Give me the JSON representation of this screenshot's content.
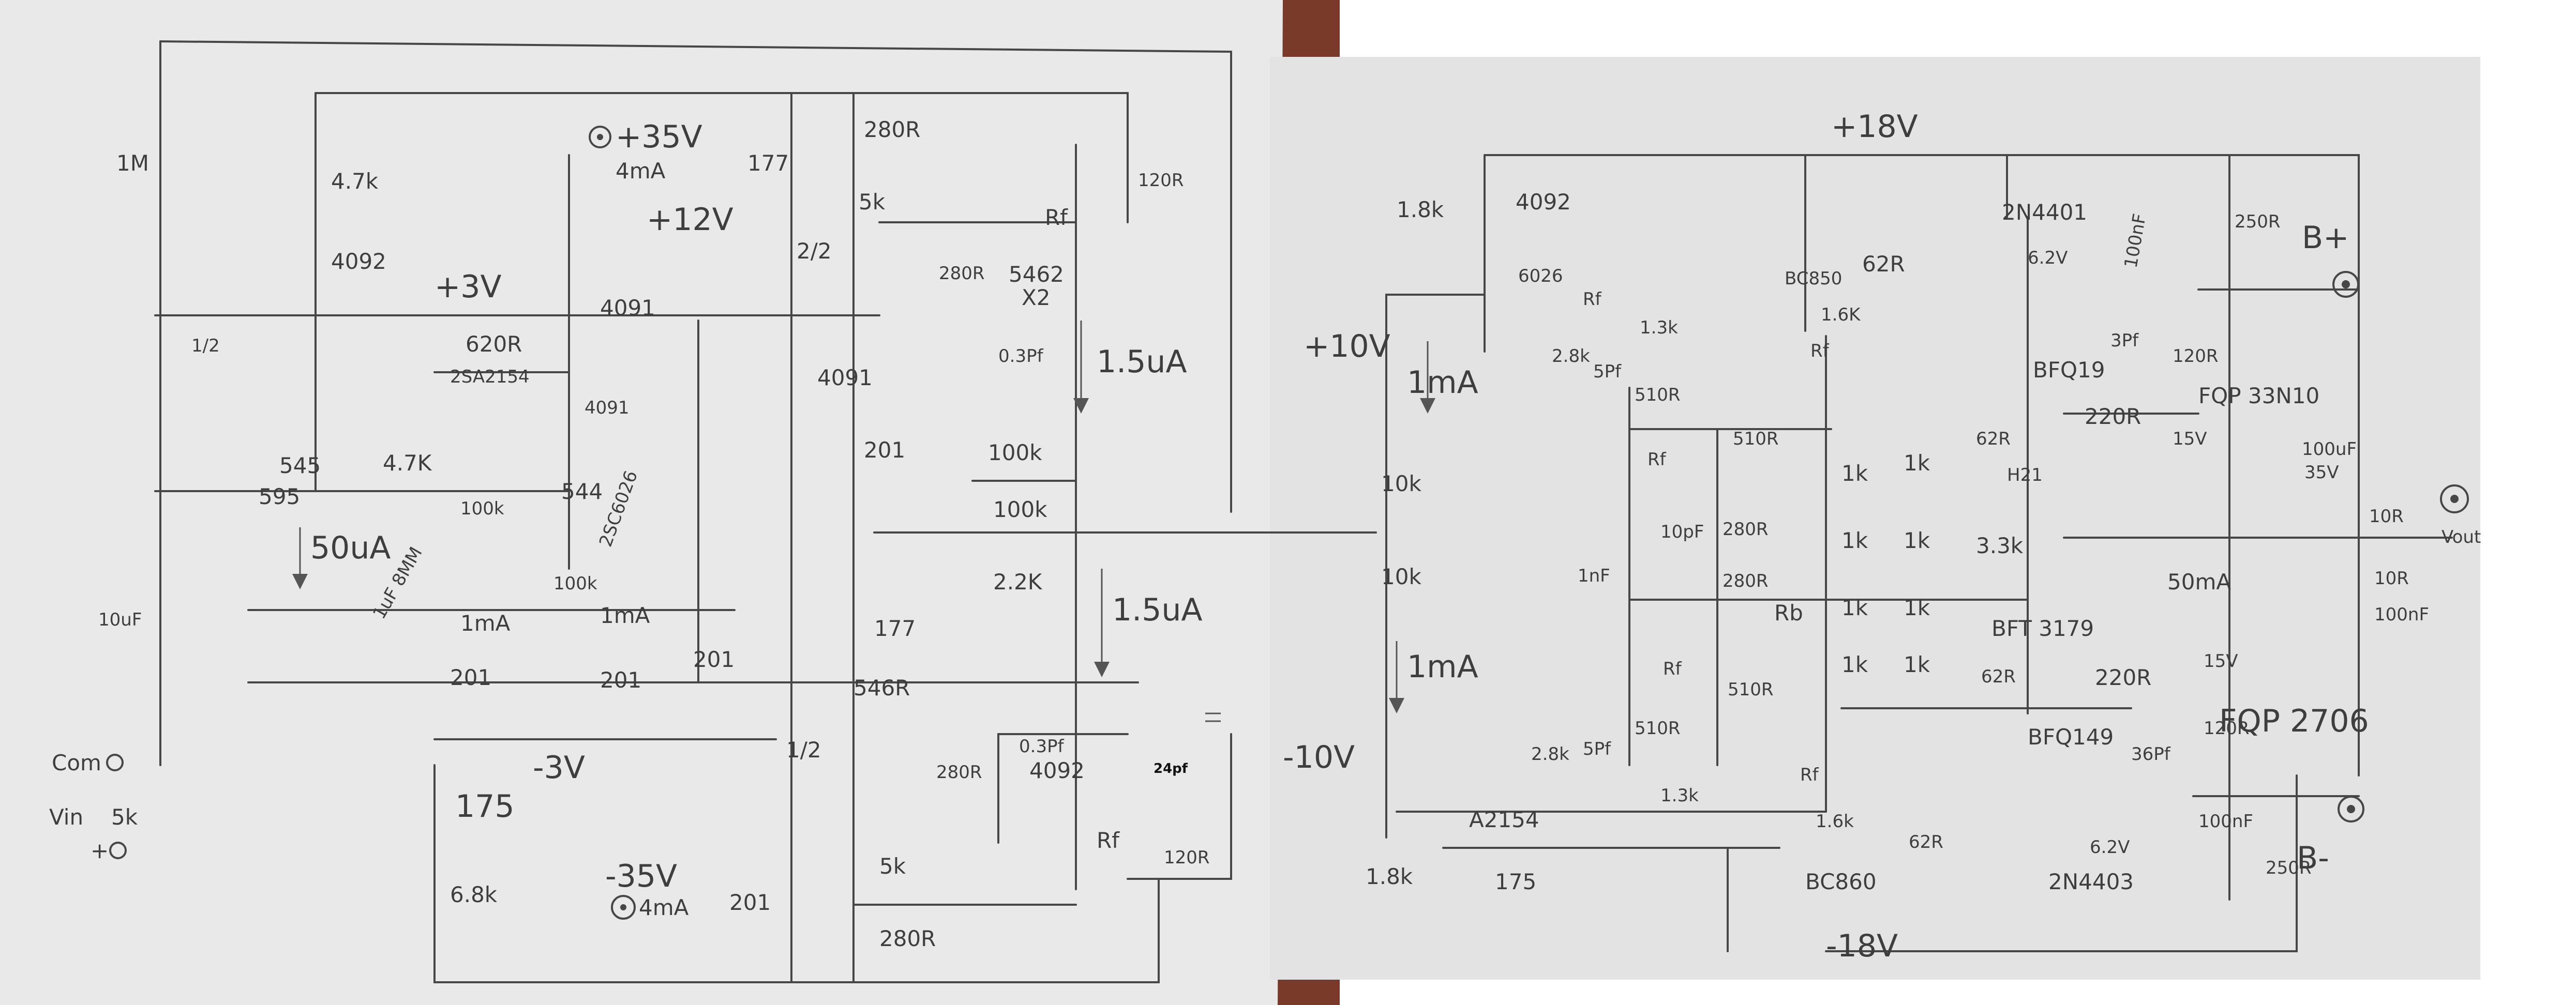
{
  "diagram": {
    "left_sheet": {
      "rails": {
        "pos_supply": "+35V",
        "pos_supply_current": "4mA",
        "neg_supply": "-35V",
        "neg_supply_current": "4mA",
        "pos_12": "+12V",
        "pos_3": "+3V",
        "neg_3": "-3V"
      },
      "currents": [
        "50uA",
        "1mA",
        "1mA",
        "1.5uA",
        "1.5uA"
      ],
      "inputs": [
        "Com",
        "Vin",
        "+"
      ],
      "components": [
        "1M",
        "4.7k",
        "4092",
        "1/2",
        "2SA2154",
        "620R",
        "4091",
        "4091",
        "595",
        "545",
        "4.7K",
        "100k",
        "544",
        "2SC6026",
        "100k",
        "10uF",
        "1uF 8MM",
        "201",
        "201",
        "201",
        "175",
        "6.8k",
        "5k",
        "177",
        "2/2",
        "280R",
        "5k",
        "4091",
        "201",
        "177",
        "546R",
        "1/2",
        "201",
        "5k",
        "280R",
        "100k",
        "100k",
        "2.2K",
        "0.3Pf",
        "5462",
        "X2",
        "Rf",
        "280R",
        "120R",
        "0.3Pf",
        "280R",
        "4092",
        "Rf",
        "120R"
      ],
      "annotation_ink": "24pf"
    },
    "right_sheet": {
      "rails": {
        "pos_18": "+18V",
        "neg_18": "-18V",
        "pos_10": "+10V",
        "neg_10": "-10V"
      },
      "currents": [
        "1mA",
        "1mA"
      ],
      "outputs": [
        "B+",
        "B-",
        "Vout"
      ],
      "components": [
        "1.8k",
        "4092",
        "6026",
        "Rf",
        "2.8k",
        "1.3k",
        "5Pf",
        "510R",
        "BC850",
        "62R",
        "1.6K",
        "Rf",
        "2N4401",
        "6.2V",
        "100nF",
        "3Pf",
        "120R",
        "250R",
        "BFQ19",
        "220R",
        "FQP 33N10",
        "15V",
        "100uF",
        "35V",
        "10R",
        "10R",
        "100nF",
        "50mA",
        "510R",
        "Rf",
        "10pF",
        "280R",
        "1nF",
        "280R",
        "Rb",
        "Rf",
        "510R",
        "1k",
        "1k",
        "1k",
        "1k",
        "1k",
        "1k",
        "1k",
        "1k",
        "62R",
        "H21",
        "3.3k",
        "62R",
        "BFT 3179",
        "BFQ149",
        "220R",
        "15V",
        "36Pf",
        "120R",
        "FQP 2706",
        "100nF",
        "510R",
        "2.8k",
        "5Pf",
        "1.3k",
        "Rf",
        "A2154",
        "1.6k",
        "62R",
        "BC860",
        "6.2V",
        "2N4403",
        "175",
        "1.8k",
        "250R",
        "10k",
        "10k"
      ]
    },
    "colors": {
      "paper_left": "#e9e9e9",
      "paper_right": "#e3e3e3",
      "pencil": "#474747",
      "background": "#ffffff",
      "board": "#7a3a2a"
    }
  }
}
